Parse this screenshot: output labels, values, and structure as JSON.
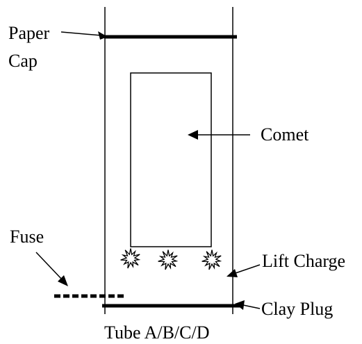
{
  "labels": {
    "paper_cap_line1": "Paper",
    "paper_cap_line2": "Cap",
    "comet": "Comet",
    "fuse": "Fuse",
    "lift_charge": "Lift Charge",
    "clay_plug": "Clay Plug",
    "tube": "Tube A/B/C/D"
  },
  "colors": {
    "ink": "#000000",
    "background": "#ffffff"
  }
}
